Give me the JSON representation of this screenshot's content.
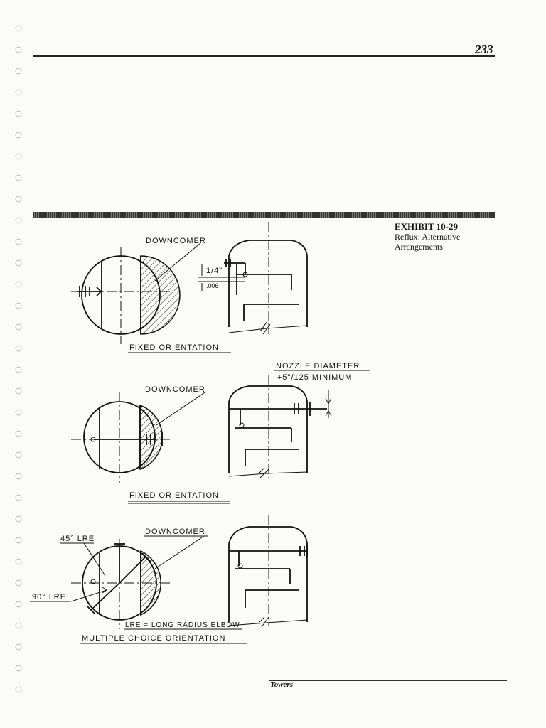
{
  "page": {
    "number": "233",
    "footer": "Towers"
  },
  "exhibit": {
    "title": "EXHIBIT 10-29",
    "caption_line1": "Reflux: Alternative",
    "caption_line2": "Arrangements"
  },
  "figures": {
    "fig1": {
      "downcomer": "DOWNCOMER",
      "dim_top": "1/4\"",
      "dim_bottom": ".006",
      "orientation": "FIXED ORIENTATION"
    },
    "fig2": {
      "downcomer": "DOWNCOMER",
      "nozzle_line1": "NOZZLE DIAMETER",
      "nozzle_line2": "+5\"/125 MINIMUM",
      "orientation": "FIXED ORIENTATION"
    },
    "fig3": {
      "downcomer": "DOWNCOMER",
      "elbow45": "45° LRE",
      "elbow90": "90° LRE",
      "legend": "LRE = LONG RADIUS ELBOW",
      "orientation": "MULTIPLE CHOICE ORIENTATION"
    }
  }
}
